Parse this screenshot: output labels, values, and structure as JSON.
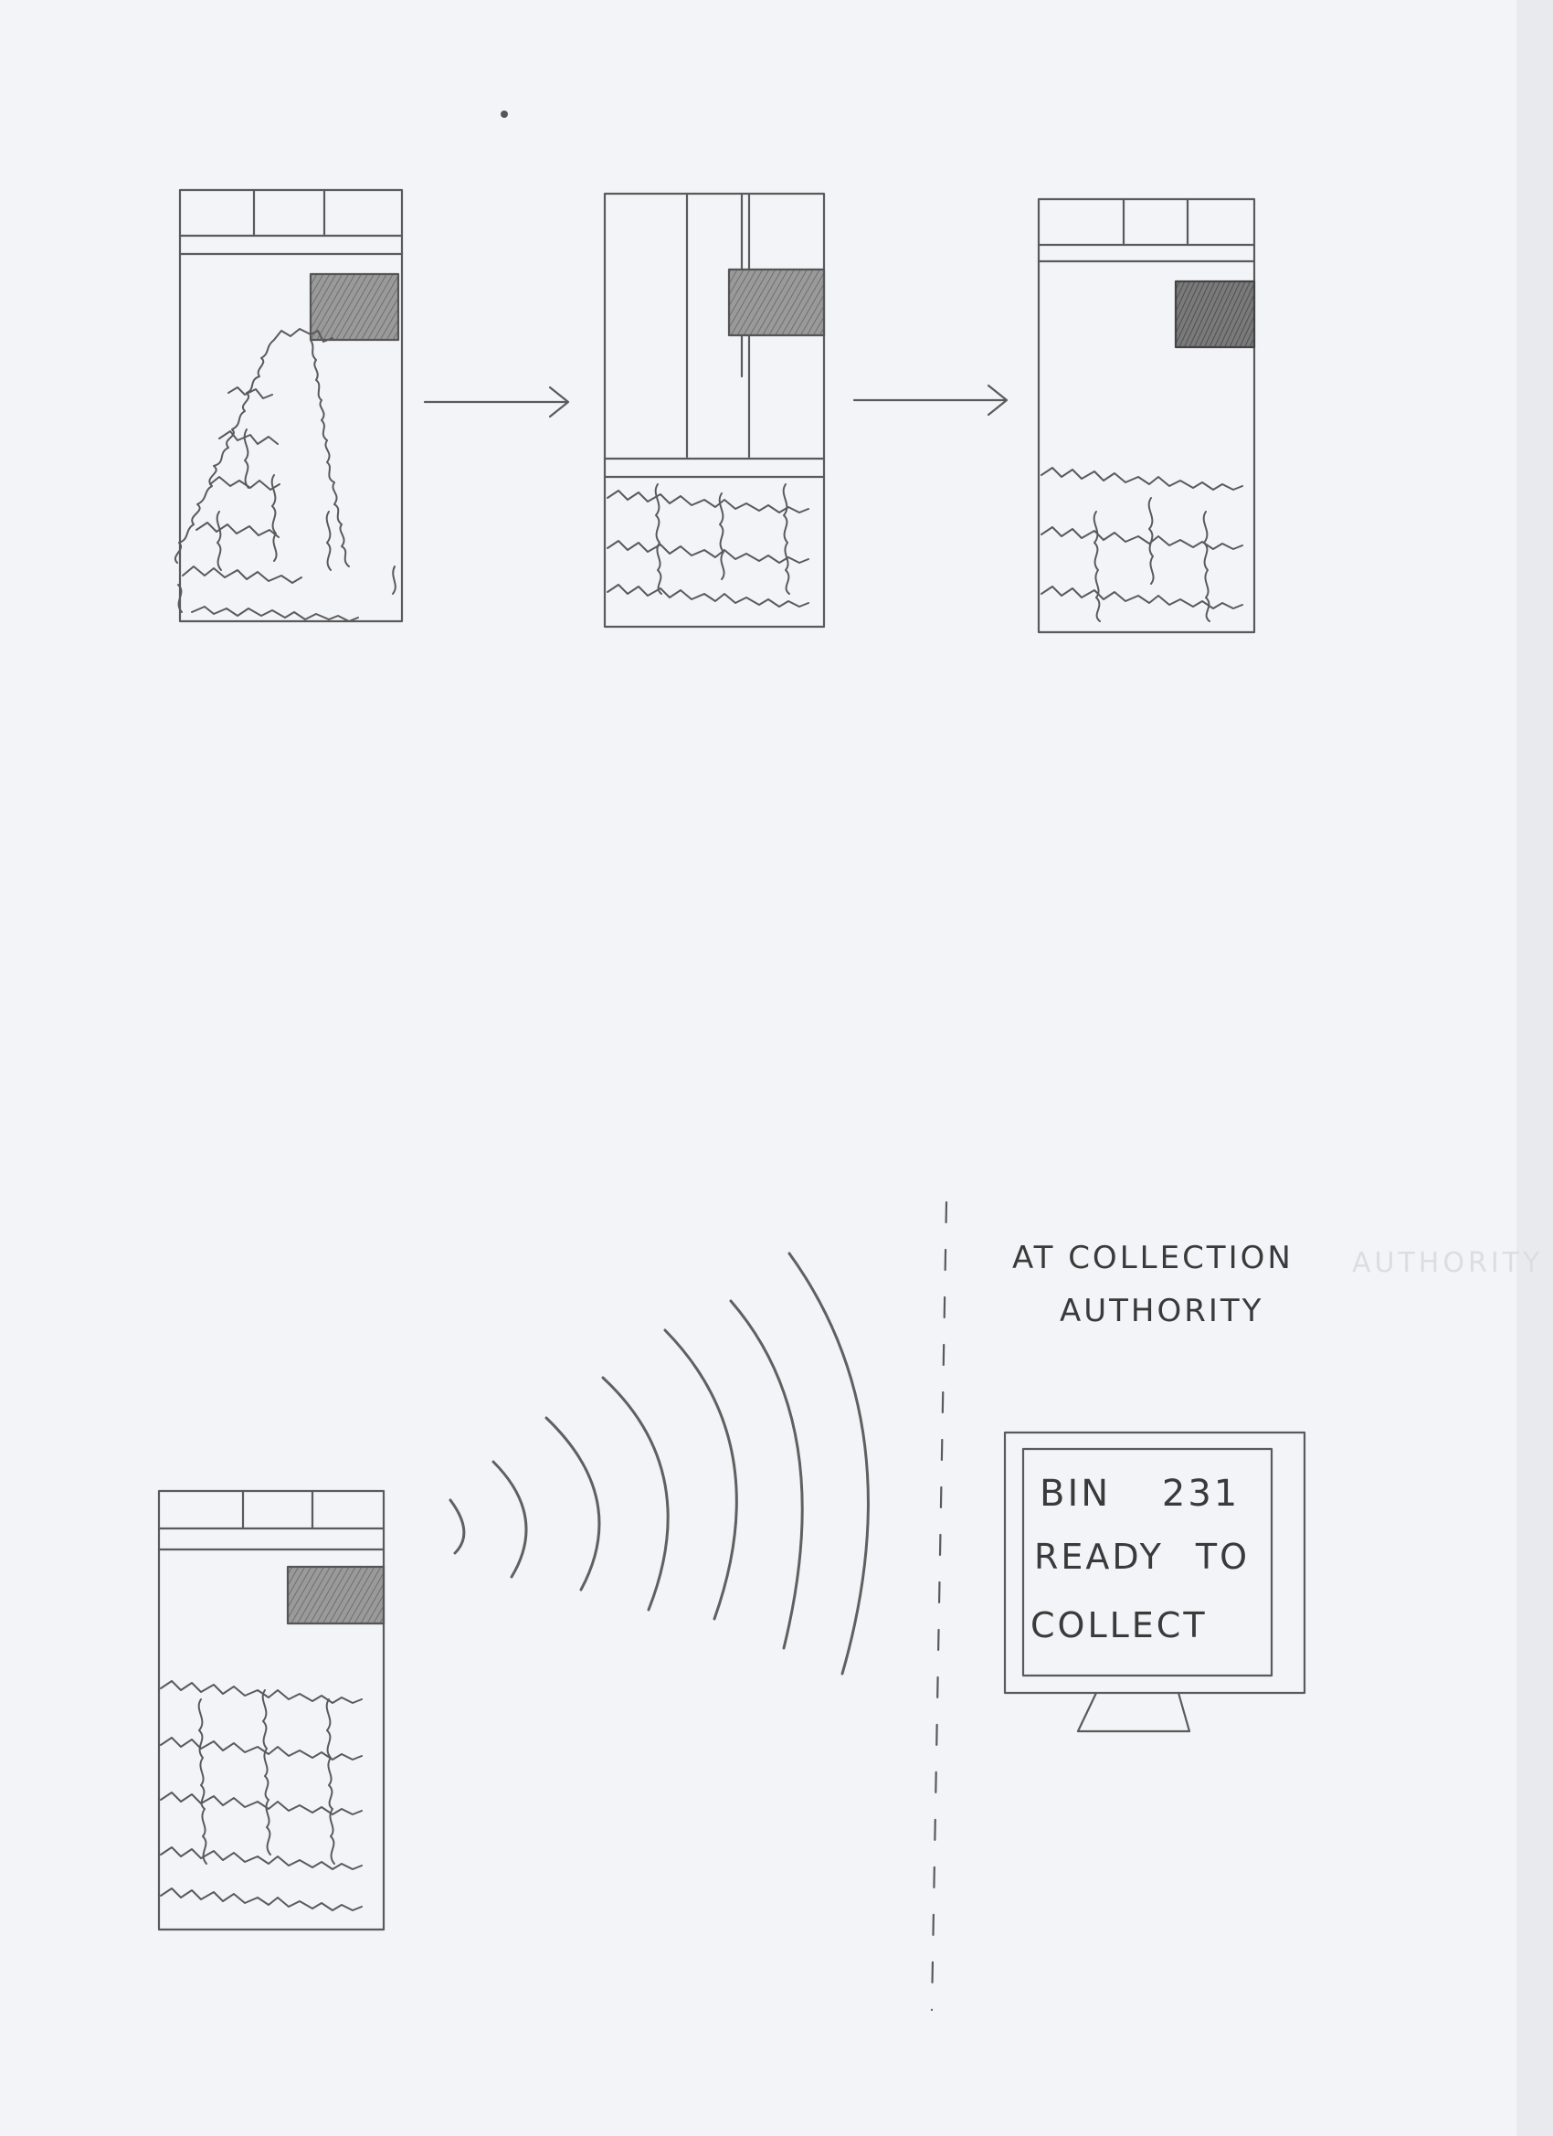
{
  "page": {
    "paper_color": "#f3f4f8",
    "pencil_color": "#4a4a4a",
    "shade_color": "#8a8a8a"
  },
  "heading": {
    "line1": "AT COLLECTION",
    "line2": "AUTHORITY",
    "faint_ghost_text": "AUTHORITY"
  },
  "monitor": {
    "message_line1": "BIN 231",
    "message_line2": "READY TO",
    "message_line3": "COLLECT"
  },
  "sequence": {
    "stage_1": {
      "fill_level": 1.0,
      "description_icon": "bin-with-overflow-pile"
    },
    "stage_2": {
      "fill_level": 0.35,
      "description_icon": "bin-compacting"
    },
    "stage_3": {
      "fill_level": 0.37,
      "description_icon": "bin-compacted"
    },
    "signal_bin": {
      "fill_level": 0.55,
      "description_icon": "full-bin"
    }
  },
  "icons": {
    "arrow": "arrow-right-icon",
    "signal": "wireless-signal-icon",
    "divider": "dashed-divider"
  }
}
